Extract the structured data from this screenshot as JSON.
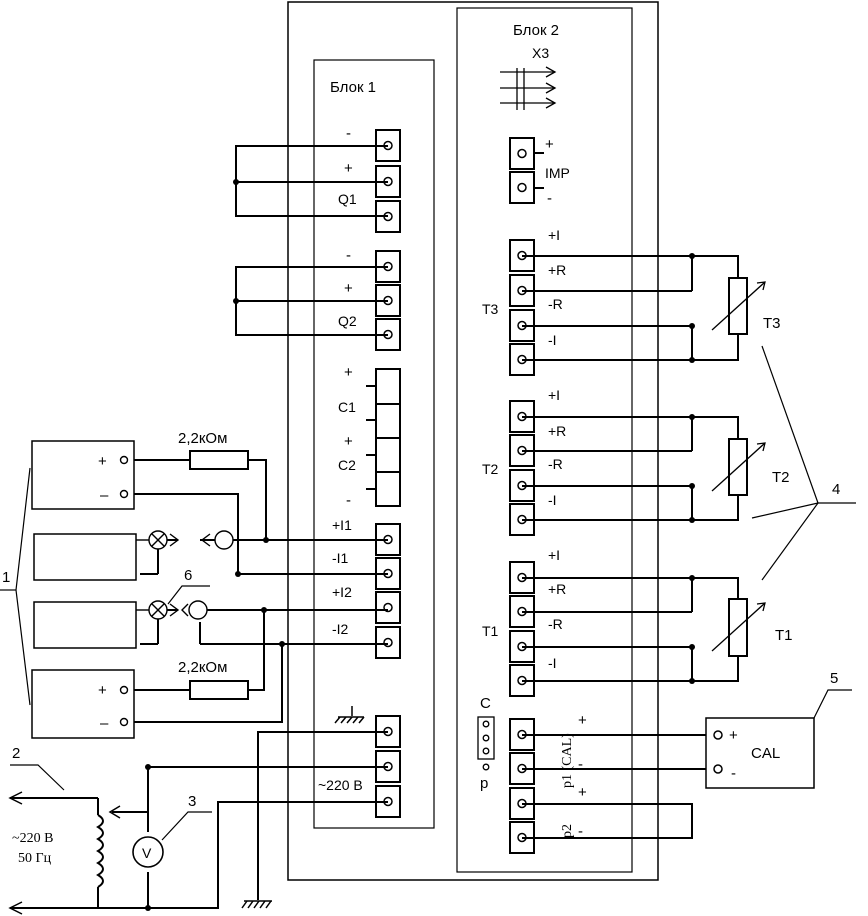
{
  "block1": {
    "title": "Блок 1"
  },
  "block2": {
    "title": "Блок 2",
    "connector": "X3"
  },
  "imp": {
    "plus": "+",
    "minus": "-",
    "label": "IMP"
  },
  "q1": {
    "minus": "-",
    "plus": "+",
    "label": "Q1"
  },
  "q2": {
    "minus": "-",
    "plus": "+",
    "label": "Q2"
  },
  "cterms": {
    "plus1": "+",
    "c1": "C1",
    "plus2": "+",
    "c2": "C2",
    "minus": "-"
  },
  "iterms": {
    "plus_i1": "+I1",
    "minus_i1": "-I1",
    "plus_i2": "+I2",
    "minus_i2": "-I2"
  },
  "mains": {
    "label": "~220 В"
  },
  "sensors": [
    {
      "block": "T3",
      "rtd": "T3",
      "pins": [
        "+I",
        "+R",
        "-R",
        "-I"
      ]
    },
    {
      "block": "T2",
      "rtd": "T2",
      "pins": [
        "+I",
        "+R",
        "-R",
        "-I"
      ]
    },
    {
      "block": "T1",
      "rtd": "T1",
      "pins": [
        "+I",
        "+R",
        "-R",
        "-I"
      ]
    }
  ],
  "jumper": {
    "c": "C",
    "p": "p"
  },
  "pressure": {
    "p1": "p1 (CAL)",
    "p2": "p2",
    "plus": "+",
    "minus": "-"
  },
  "cal": {
    "label": "CAL",
    "plus": "+",
    "minus": "-"
  },
  "resistor": {
    "label": "2,2кОм"
  },
  "sources": {
    "plus": "+",
    "minus": "–"
  },
  "supply": {
    "line1": "~220 В",
    "line2": "50 Гц",
    "voltmeter": "V"
  },
  "callouts": [
    "1",
    "2",
    "3",
    "4",
    "5",
    "6"
  ]
}
